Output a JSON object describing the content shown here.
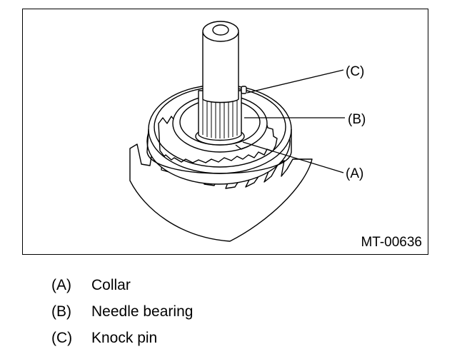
{
  "figure": {
    "code": "MT-00636",
    "callouts": [
      {
        "key": "(C)"
      },
      {
        "key": "(B)"
      },
      {
        "key": "(A)"
      }
    ]
  },
  "legend": [
    {
      "key": "(A)",
      "text": "Collar"
    },
    {
      "key": "(B)",
      "text": "Needle bearing"
    },
    {
      "key": "(C)",
      "text": "Knock pin"
    }
  ]
}
